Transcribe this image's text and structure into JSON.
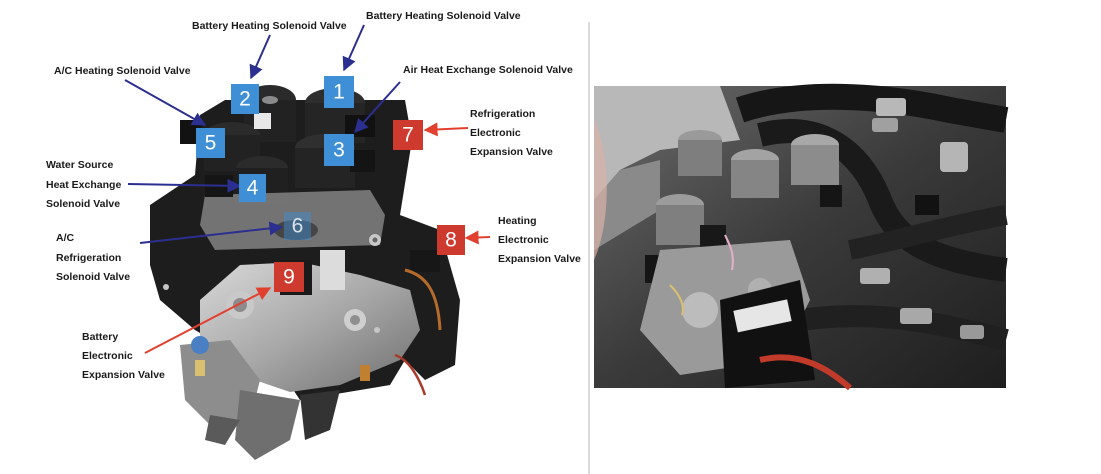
{
  "colors": {
    "blue_badge": "#3f8fd6",
    "red_badge": "#cf3a2f",
    "blue_arrow": "#2b2f8f",
    "red_arrow": "#e2402f"
  },
  "badges": [
    {
      "number": "1",
      "color": "blue"
    },
    {
      "number": "2",
      "color": "blue"
    },
    {
      "number": "3",
      "color": "blue"
    },
    {
      "number": "4",
      "color": "blue"
    },
    {
      "number": "5",
      "color": "blue"
    },
    {
      "number": "6",
      "color": "blue"
    },
    {
      "number": "7",
      "color": "red"
    },
    {
      "number": "8",
      "color": "red"
    },
    {
      "number": "9",
      "color": "red"
    }
  ],
  "labels": {
    "valve_1": [
      "Battery Heating Solenoid Valve"
    ],
    "valve_2": [
      "Battery Heating Solenoid Valve"
    ],
    "valve_3": [
      "Air Heat Exchange Solenoid Valve"
    ],
    "valve_4": [
      "Water Source",
      "Heat Exchange",
      "Solenoid Valve"
    ],
    "valve_5": [
      "A/C Heating Solenoid Valve"
    ],
    "valve_6": [
      "A/C",
      "Refrigeration",
      "Solenoid Valve"
    ],
    "valve_7": [
      "Refrigeration",
      "Electronic",
      "Expansion Valve"
    ],
    "valve_8": [
      "Heating",
      "Electronic",
      "Expansion Valve"
    ],
    "valve_9": [
      "Battery",
      "Electronic",
      "Expansion Valve"
    ]
  },
  "icons": {
    "assembly": "valve-block-assembly",
    "photo": "engine-bay-photo"
  }
}
